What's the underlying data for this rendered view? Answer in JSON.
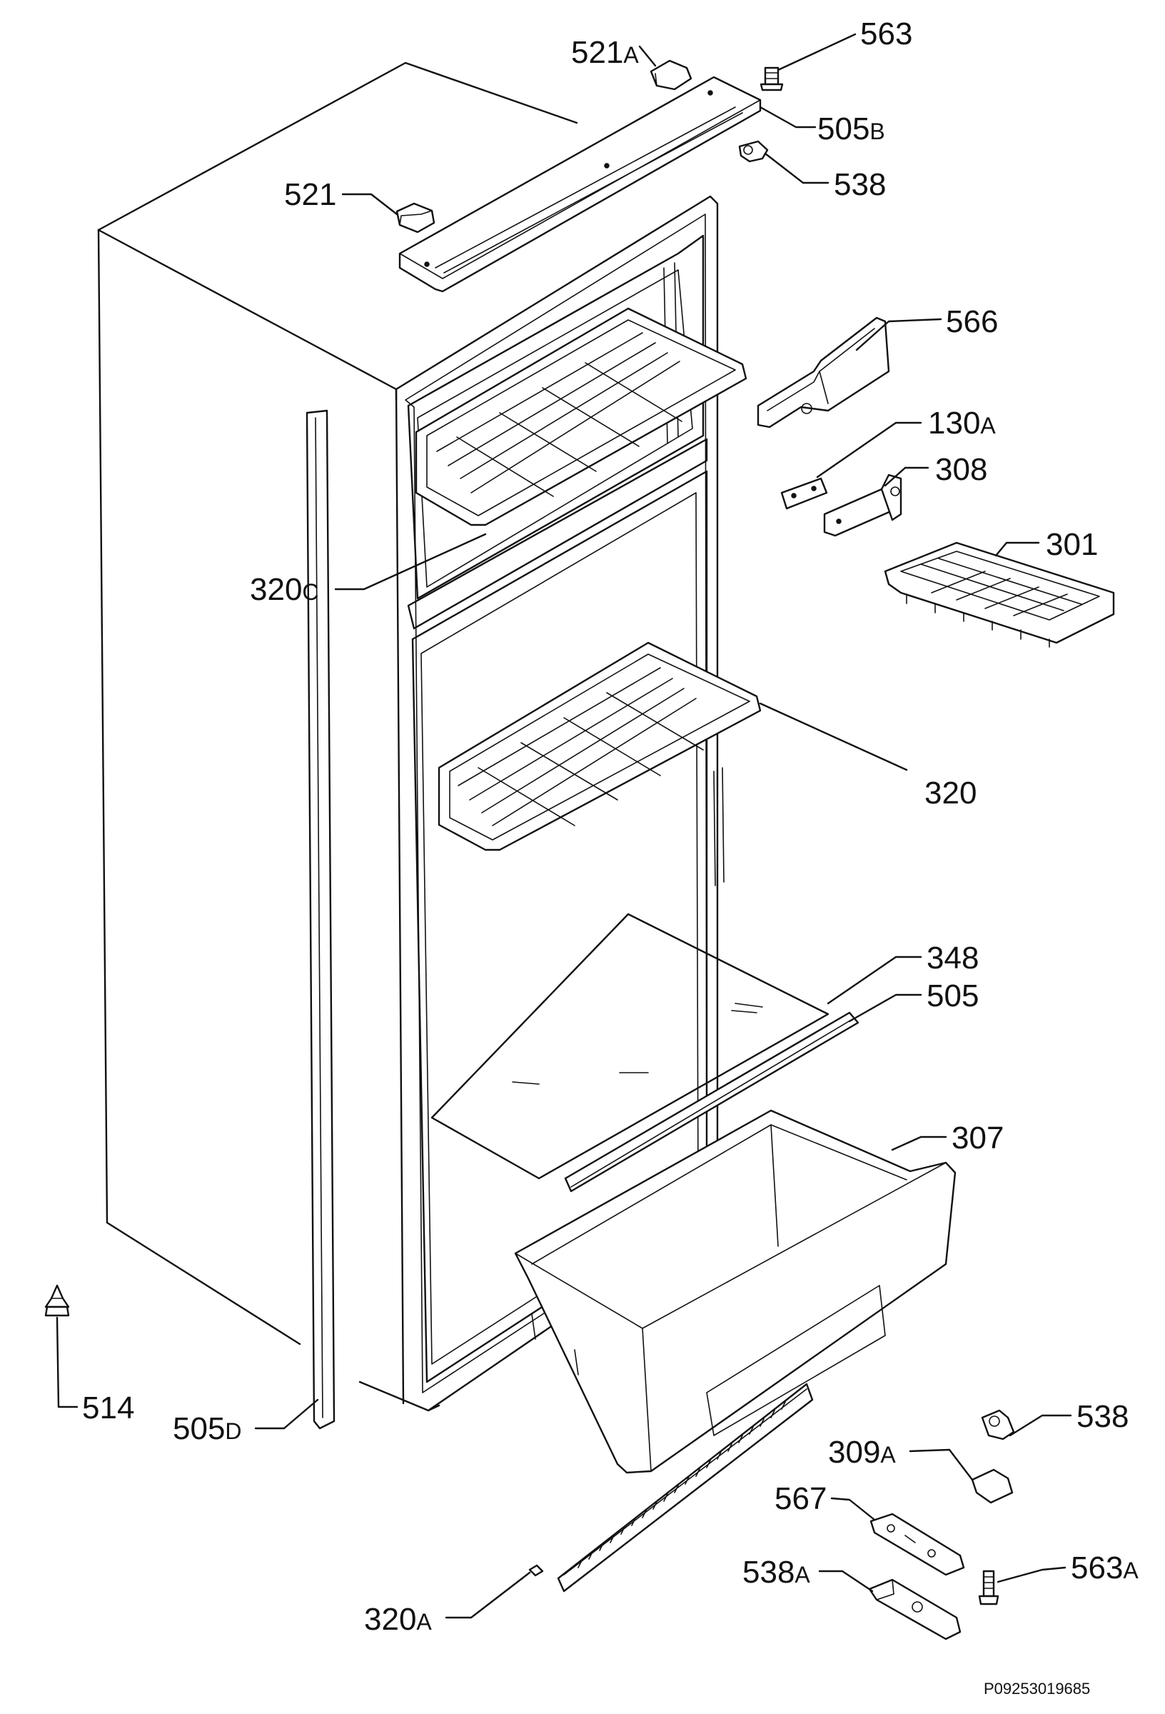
{
  "document_code": "P09253019685",
  "labels": [
    {
      "key": "521A",
      "num": "521",
      "suf": "A"
    },
    {
      "key": "563",
      "num": "563",
      "suf": ""
    },
    {
      "key": "505B",
      "num": "505",
      "suf": "B"
    },
    {
      "key": "538_top",
      "num": "538",
      "suf": ""
    },
    {
      "key": "521",
      "num": "521",
      "suf": ""
    },
    {
      "key": "566",
      "num": "566",
      "suf": ""
    },
    {
      "key": "130A",
      "num": "130",
      "suf": "A"
    },
    {
      "key": "308",
      "num": "308",
      "suf": ""
    },
    {
      "key": "301",
      "num": "301",
      "suf": ""
    },
    {
      "key": "320C",
      "num": "320",
      "suf": "C"
    },
    {
      "key": "320",
      "num": "320",
      "suf": ""
    },
    {
      "key": "348",
      "num": "348",
      "suf": ""
    },
    {
      "key": "505",
      "num": "505",
      "suf": ""
    },
    {
      "key": "307",
      "num": "307",
      "suf": ""
    },
    {
      "key": "514",
      "num": "514",
      "suf": ""
    },
    {
      "key": "505D",
      "num": "505",
      "suf": "D"
    },
    {
      "key": "538_bottom",
      "num": "538",
      "suf": ""
    },
    {
      "key": "309A",
      "num": "309",
      "suf": "A"
    },
    {
      "key": "567",
      "num": "567",
      "suf": ""
    },
    {
      "key": "563A",
      "num": "563",
      "suf": "A"
    },
    {
      "key": "538A",
      "num": "538",
      "suf": "A"
    },
    {
      "key": "320A",
      "num": "320",
      "suf": "A"
    }
  ]
}
